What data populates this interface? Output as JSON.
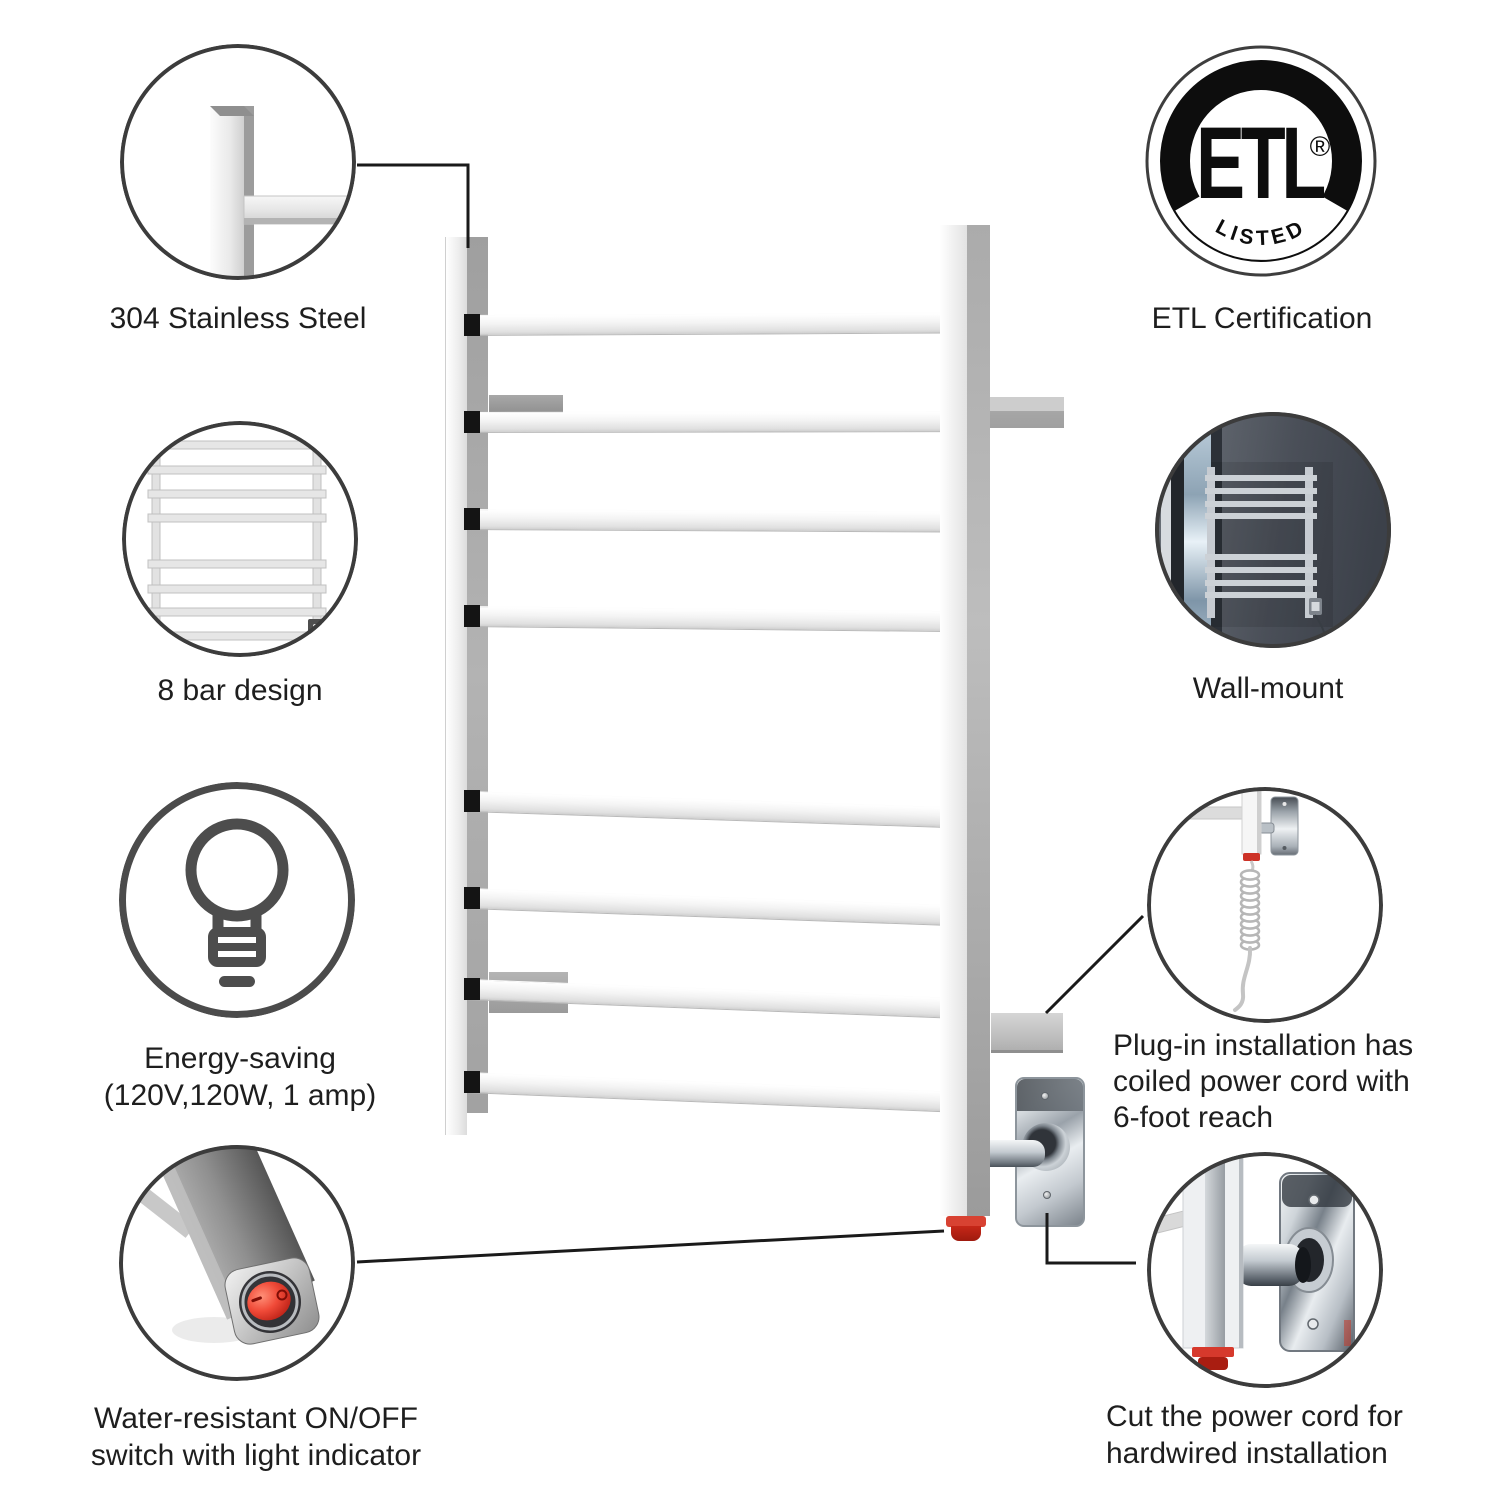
{
  "callouts": {
    "stainless": {
      "label": "304 Stainless Steel"
    },
    "eight_bar": {
      "label": "8 bar design"
    },
    "energy": {
      "line1": "Energy-saving",
      "line2": "(120V,120W, 1 amp)"
    },
    "switch": {
      "line1": "Water-resistant ON/OFF",
      "line2": "switch with light indicator"
    },
    "etl": {
      "label": "ETL Certification",
      "logo_main": "ETL",
      "logo_sub": "LISTED",
      "logo_registered": "®"
    },
    "wall_mount": {
      "label": "Wall-mount"
    },
    "plug_in": {
      "line1": "Plug-in installation has",
      "line2": "coiled power cord with",
      "line3": "6-foot reach"
    },
    "hardwired": {
      "line1": "Cut the power cord for",
      "line2": "hardwired installation"
    }
  },
  "colors": {
    "text": "#1e1e1e",
    "circle_outline": "#3c3c3c",
    "callout_line": "#1a1a1a",
    "switch_red": "#e23a28",
    "power_cap_red": "#c62718",
    "steel_light": "#f2f2f2",
    "steel_shadow": "#9c9c9c"
  }
}
